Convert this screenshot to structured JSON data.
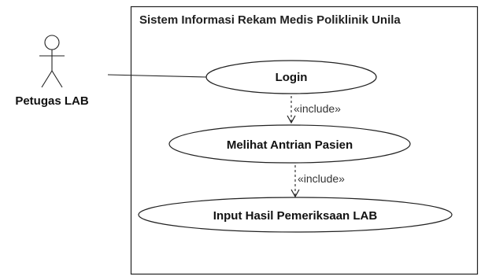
{
  "system": {
    "title": "Sistem Informasi Rekam Medis Poliklinik Unila"
  },
  "actor": {
    "label": "Petugas LAB"
  },
  "use_cases": [
    {
      "id": "login",
      "label": "Login"
    },
    {
      "id": "melihat",
      "label": "Melihat Antrian Pasien"
    },
    {
      "id": "input",
      "label": "Input Hasil Pemeriksaan LAB"
    }
  ],
  "relations": [
    {
      "type": "association",
      "from": "Petugas LAB",
      "to": "Login"
    },
    {
      "type": "include",
      "label": "«include»",
      "from": "Login",
      "to": "Melihat Antrian Pasien"
    },
    {
      "type": "include",
      "label": "«include»",
      "from": "Melihat Antrian Pasien",
      "to": "Input Hasil Pemeriksaan LAB"
    }
  ],
  "colors": {
    "line": "#222222",
    "fill": "#ffffff"
  }
}
